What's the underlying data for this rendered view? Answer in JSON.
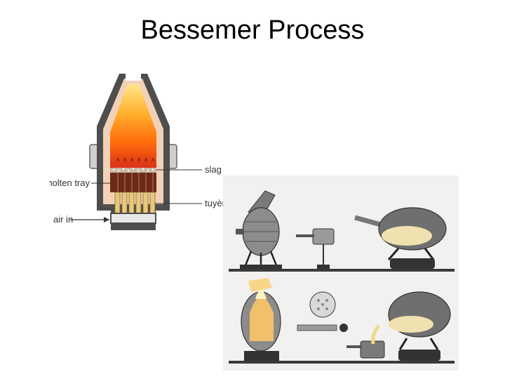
{
  "title": "Bessemer Process",
  "labels": {
    "slag": "slag",
    "molten_tray": "molten tray",
    "tuyeres": "tuyères",
    "air_in": "air in"
  },
  "colors": {
    "shell": "#4e4e4e",
    "lining": "#f3d1b7",
    "flame_top": "#ffe68a",
    "flame_mid": "#ff8a0a",
    "flame_bottom": "#d8301a",
    "molten": "#6b2a16",
    "tuyere": "#e7c97a"
  }
}
